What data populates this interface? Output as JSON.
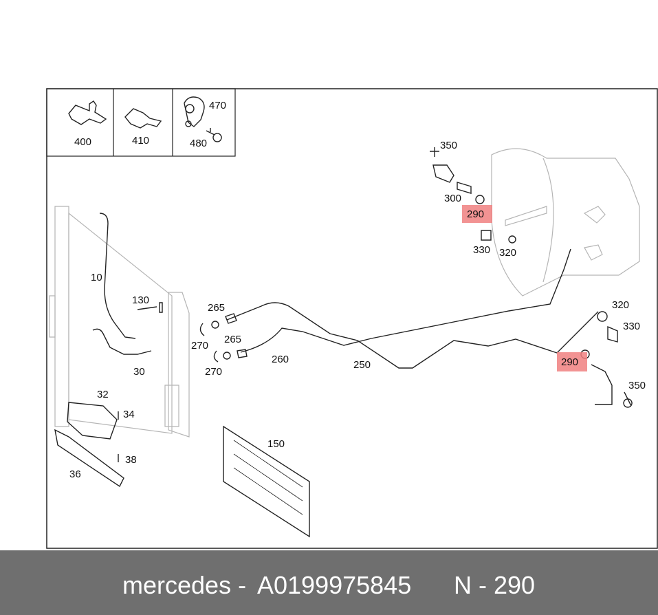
{
  "diagram": {
    "callouts": {
      "c400": "400",
      "c410": "410",
      "c470": "470",
      "c480": "480",
      "c350a": "350",
      "c300": "300",
      "c290a": "290",
      "c330a": "330",
      "c320a": "320",
      "c10": "10",
      "c130": "130",
      "c265a": "265",
      "c270a": "270",
      "c265b": "265",
      "c270b": "270",
      "c30": "30",
      "c260": "260",
      "c250": "250",
      "c320b": "320",
      "c330b": "330",
      "c290b": "290",
      "c350b": "350",
      "c32": "32",
      "c34": "34",
      "c38": "38",
      "c36": "36",
      "c150": "150"
    },
    "highlight_color": "#f08080"
  },
  "footer": {
    "brand": "mercedes -",
    "part_number": "A0199975845",
    "position": "N - 290"
  }
}
